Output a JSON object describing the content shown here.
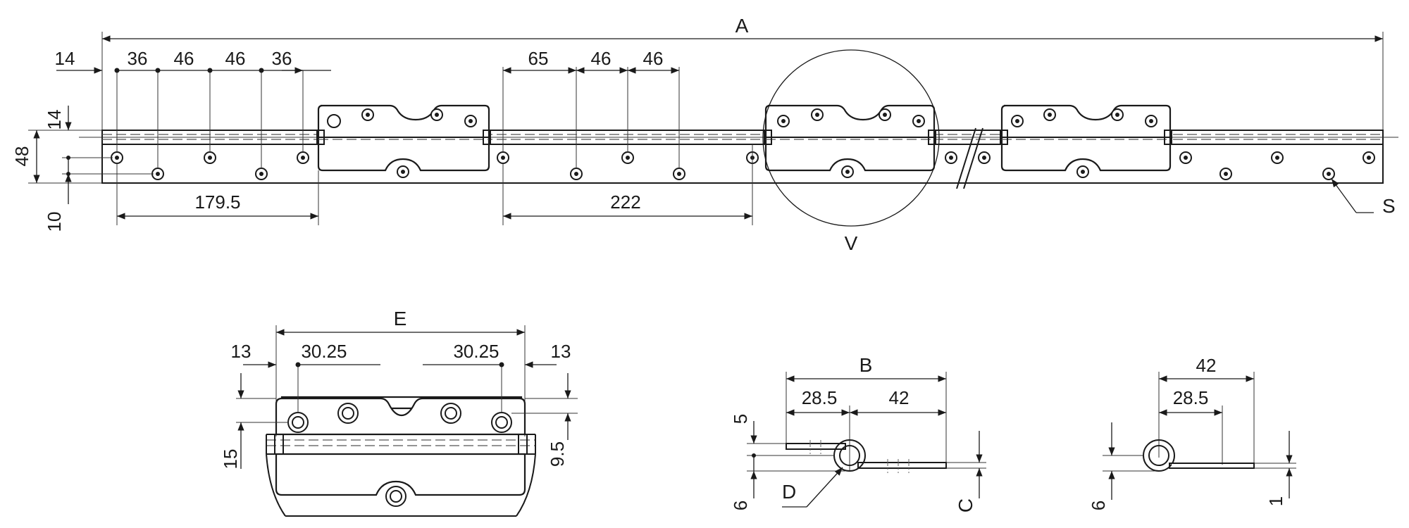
{
  "main_view": {
    "overall_length": "A",
    "top_dims": [
      "14",
      "36",
      "46",
      "46",
      "36",
      "65",
      "46",
      "46"
    ],
    "left_dims": [
      "14",
      "48",
      "10"
    ],
    "bottom_dims": [
      "179.5",
      "222"
    ],
    "detail_label": "V",
    "hole_label": "S"
  },
  "detail_view": {
    "width_label": "E",
    "top_dims": [
      "13",
      "30.25",
      "30.25",
      "13"
    ],
    "side_dims": [
      "15",
      "9.5"
    ]
  },
  "section_view": {
    "width_label": "B",
    "dims": [
      "28.5",
      "42"
    ],
    "left_dims": [
      "5",
      "6"
    ],
    "pin_label": "D",
    "thickness_label": "C"
  },
  "section_view_2": {
    "dims": [
      "42",
      "28.5"
    ],
    "left_dims": [
      "6"
    ],
    "thickness": "1"
  }
}
